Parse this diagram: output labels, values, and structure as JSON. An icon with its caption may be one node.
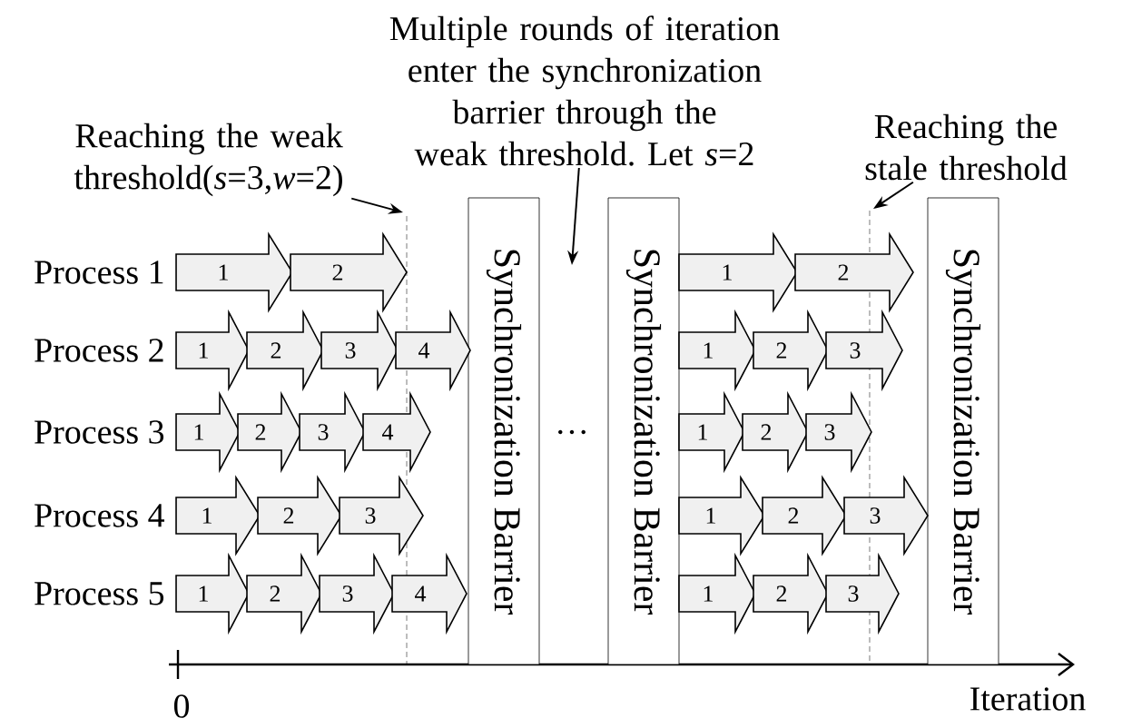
{
  "diagram": {
    "nodes": [
      {
        "text": [
          "Reaching the weak threshold(*s*=3,*w*=2)"
        ]
      },
      {
        "text": [
          "Multiple rounds of iteration enter the synchronization barrier through the weak threshold. Let *s*=2"
        ]
      },
      {
        "text": [
          "Reaching the stale threshold"
        ]
      },
      {
        "text": [
          "Synchronization Barrier"
        ]
      },
      {
        "text": [
          "Synchronization Barrier"
        ]
      },
      {
        "text": [
          "Synchronization Barrier"
        ]
      },
      {
        "text": [
          "1"
        ]
      },
      {
        "text": [
          "2"
        ]
      },
      {
        "text": [
          "1"
        ]
      },
      {
        "text": [
          "2"
        ]
      },
      {
        "text": [
          "3"
        ]
      },
      {
        "text": [
          "4"
        ]
      },
      {
        "text": [
          "1"
        ]
      },
      {
        "text": [
          "2"
        ]
      },
      {
        "text": [
          "3"
        ]
      },
      {
        "text": [
          "4"
        ]
      },
      {
        "text": [
          "1"
        ]
      },
      {
        "text": [
          "2"
        ]
      },
      {
        "text": [
          "3"
        ]
      },
      {
        "text": [
          "1"
        ]
      },
      {
        "text": [
          "2"
        ]
      },
      {
        "text": [
          "3"
        ]
      },
      {
        "text": [
          "4"
        ]
      },
      {
        "text": [
          "1"
        ]
      },
      {
        "text": [
          "2"
        ]
      },
      {
        "text": [
          "1"
        ]
      },
      {
        "text": [
          "2"
        ]
      },
      {
        "text": [
          "3"
        ]
      },
      {
        "text": [
          "1"
        ]
      },
      {
        "text": [
          "2"
        ]
      },
      {
        "text": [
          "3"
        ]
      },
      {
        "text": [
          "1"
        ]
      },
      {
        "text": [
          "2"
        ]
      },
      {
        "text": [
          "3"
        ]
      },
      {
        "text": [
          "1"
        ]
      },
      {
        "text": [
          "2"
        ]
      },
      {
        "text": [
          "3"
        ]
      }
    ],
    "edges": [
      {
        "from": 0,
        "to": null,
        "arrow": "to"
      },
      {
        "from": 1,
        "to": null,
        "arrow": "to"
      },
      {
        "from": 2,
        "to": null,
        "arrow": "to"
      }
    ],
    "labels": [
      "Process 1",
      "Process 2",
      "Process 3",
      "Process 4",
      "Process 5",
      "…",
      "0",
      "Iteration"
    ]
  }
}
